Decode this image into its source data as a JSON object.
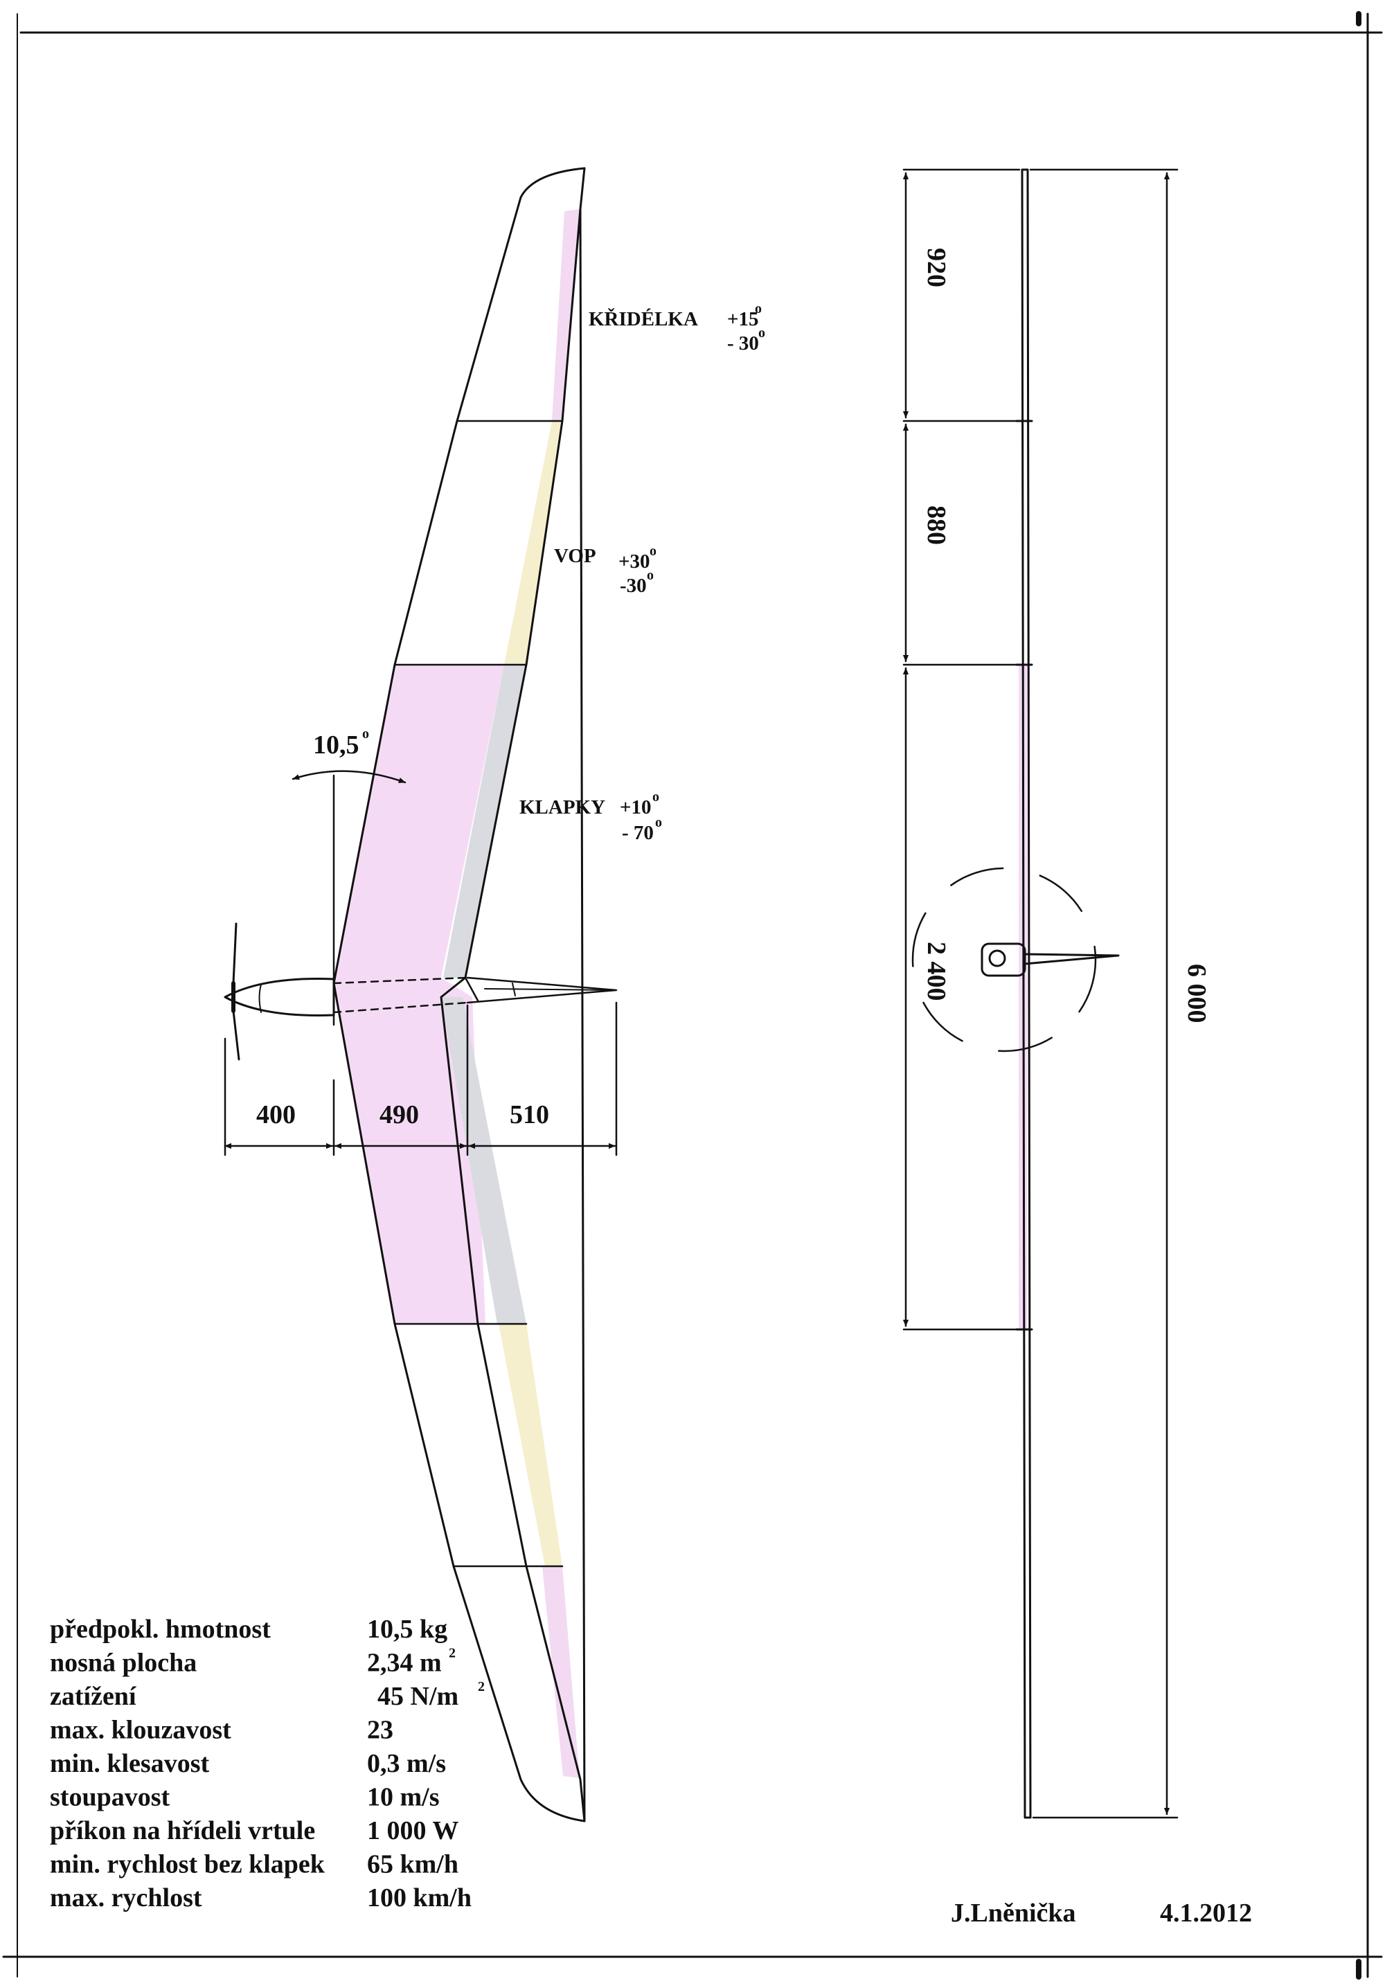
{
  "colors": {
    "aileron": "#f3d9f1",
    "elevator": "#f5efcd",
    "flap": "#d9dbe0",
    "center_section": "#f5daf5",
    "ink": "#111111"
  },
  "plan_view": {
    "ailerons": {
      "name": "KŘIDÉLKA",
      "up": "+15",
      "down": "- 30",
      "unit": "o"
    },
    "elevons": {
      "name": "VOP",
      "up": "+30",
      "down": "-30",
      "unit": "o"
    },
    "flaps": {
      "name": "KLAPKY",
      "up": "+10",
      "down": "- 70",
      "unit": "o"
    },
    "sweep_angle": {
      "value": "10,5",
      "unit": "o"
    },
    "lengths": [
      "400",
      "490",
      "510"
    ]
  },
  "front_view": {
    "segments": [
      "920",
      "880",
      "2 400"
    ],
    "span": "6 000"
  },
  "specs": [
    {
      "label": "předpokl. hmotnost",
      "value": "10,5 kg",
      "sup": ""
    },
    {
      "label": "nosná plocha",
      "value": "2,34 m",
      "sup": "2"
    },
    {
      "label": "zatížení",
      "value": "45  N/m",
      "sup": "2"
    },
    {
      "label": "max. klouzavost",
      "value": "23",
      "sup": ""
    },
    {
      "label": "min. klesavost",
      "value": "0,3 m/s",
      "sup": ""
    },
    {
      "label": "stoupavost",
      "value": "10 m/s",
      "sup": ""
    },
    {
      "label": "příkon na hřídeli vrtule",
      "value": "1 000 W",
      "sup": ""
    },
    {
      "label": "min. rychlost bez klapek",
      "value": "65 km/h",
      "sup": ""
    },
    {
      "label": "max. rychlost",
      "value": "100 km/h",
      "sup": ""
    }
  ],
  "author": "J.Lněnička",
  "date": "4.1.2012"
}
